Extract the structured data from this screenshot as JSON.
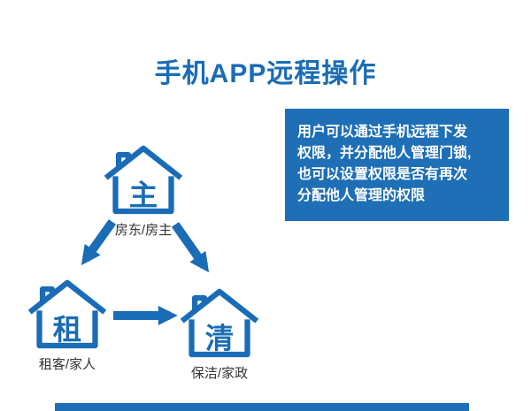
{
  "title": "手机APP远程操作",
  "info_box": {
    "lines": [
      "用户可以通过手机远程下发",
      "权限，并分配他人管理门锁,",
      "也可以设置权限是否有再次",
      "分配他人管理的权限"
    ]
  },
  "nodes": [
    {
      "id": "owner",
      "char": "主",
      "label": "房东/房主"
    },
    {
      "id": "tenant",
      "char": "租",
      "label": "租客/家人"
    },
    {
      "id": "cleaner",
      "char": "清",
      "label": "保洁/家政"
    }
  ],
  "colors": {
    "accent": "#1a6cb6",
    "box_bg": "#1e6fb6",
    "label_color": "#333333"
  }
}
